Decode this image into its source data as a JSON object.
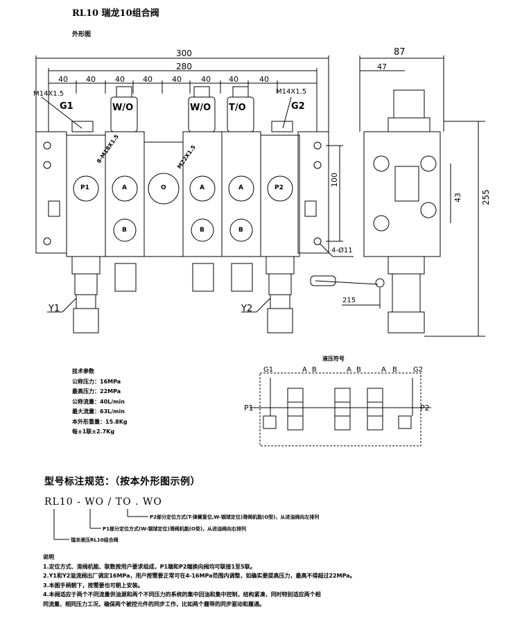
{
  "title": "RL10  瑞龙10组合阀",
  "subtitle": "外形图",
  "front_view": {
    "dim_overall": "300",
    "dim_mount": "280",
    "dim_sections": [
      "40",
      "40",
      "40",
      "40",
      "40",
      "40",
      "40",
      "40"
    ],
    "thread_left": "M14X1.5",
    "thread_right": "M14X1.5",
    "port_g1": "G1",
    "port_g2": "G2",
    "spring_labels": [
      "W/O",
      "W/O",
      "T/O"
    ],
    "port_p1": "P1",
    "port_p2": "P2",
    "port_a": "A",
    "port_b": "B",
    "port_o": "O",
    "thread_mid_left": "8-M18X1.5",
    "thread_mid_right": "M22X1.5",
    "port_y1": "Y1",
    "port_y2": "Y2",
    "dim_height": "100",
    "dim_holes": "4-Ø11"
  },
  "side_view": {
    "dim_width": "87",
    "dim_offset": "47",
    "dim_spacing": "43",
    "dim_total_height": "255",
    "dim_handle": "215"
  },
  "hydraulic": {
    "title": "液压符号",
    "ports_top": [
      "G1",
      "A",
      "B",
      "A",
      "B",
      "A",
      "B",
      "G2"
    ],
    "port_left": "P1",
    "port_right": "P2"
  },
  "specs": {
    "heading": "技术参数",
    "lines": [
      "公称压力：16MPa",
      "最高压力：22MPa",
      "公称流量：40L/min",
      "最大流量：63L/min",
      "本外形重量：15.8Kg",
      "每±1联±2.7Kg"
    ]
  },
  "model": {
    "heading": "型号标注规范：（按本外形图示例）",
    "code": "RL10 - WO / TO . WO",
    "anno_p2": "P2部分定位方式(T-弹簧复位,W-钢球定位)滑阀机能(O型)，从进油阀向左排列",
    "anno_p1": "P1部分定位方式(W-钢球定位)滑阀机能(O型)，从进油阀向右排列",
    "anno_base": "瑞龙液压RL10组合阀"
  },
  "notes": {
    "heading": "说明",
    "lines": [
      "1.定位方式、滑阀机能、联数按用户要求组成，P1端和P2端换向阀均可联接1至5联。",
      "2.Y1和Y2溢流阀出厂调定16MPa，用户按需要正常可在4-16MPa范围内调整，如确实要提高压力，最高不得超过22MPa。",
      "3.本图手柄朝下，按需要也可朝上安装。",
      "4.本阀适应于两个不同流量供油源和两个不同压力的系统的集中回油和集中控制，结构紧凑，同时特别适应两个相",
      "同流量、相同压力工况，确保两个被控元件的同步工作，比如两个履带的同步驱动和履通。"
    ]
  }
}
